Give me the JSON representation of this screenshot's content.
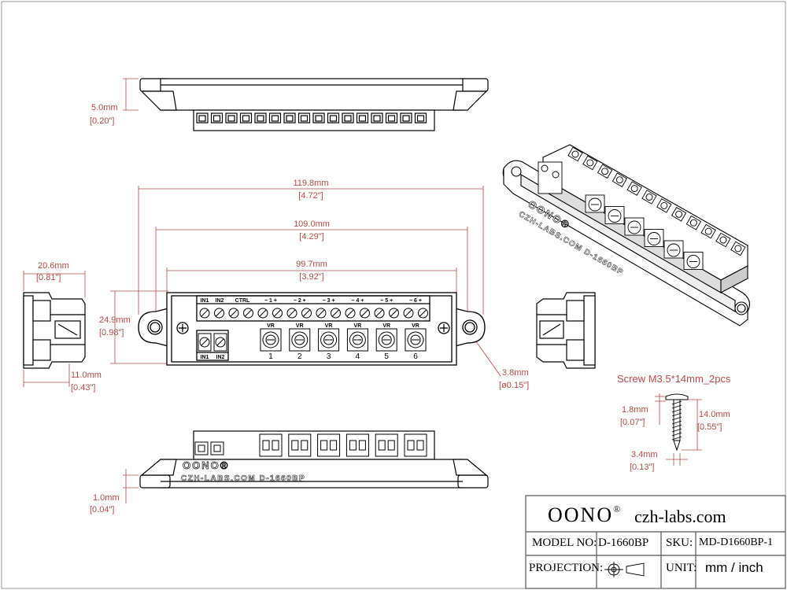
{
  "dimensions": {
    "width_top_mm": "5.0mm",
    "width_top_in": "[0.20\"]",
    "len_119_mm": "119.8mm",
    "len_119_in": "[4.72\"]",
    "len_109_mm": "109.0mm",
    "len_109_in": "[4.29\"]",
    "len_99_mm": "99.7mm",
    "len_99_in": "[3.92\"]",
    "side_w_mm": "20.6mm",
    "side_w_in": "[0.81\"]",
    "height_mm": "24.9mm",
    "height_in": "[0.98\"]",
    "depth_mm": "11.0mm",
    "depth_in": "[0.43\"]",
    "hole_mm": "3.8mm",
    "hole_in": "[ø0.15\"]",
    "base_mm": "1.0mm",
    "base_in": "[0.04\"]",
    "screw_head_mm": "1.8mm",
    "screw_head_in": "[0.07\"]",
    "screw_len_mm": "14.0mm",
    "screw_len_in": "[0.55\"]",
    "screw_dia_mm": "3.4mm",
    "screw_dia_in": "[0.13\"]"
  },
  "screw_note": "Screw M3.5*14mm_2pcs",
  "board_labels": {
    "in1": "IN1",
    "in2": "IN2",
    "ctrl": "CTRL",
    "channels": [
      "1",
      "2",
      "3",
      "4",
      "5",
      "6"
    ],
    "pot_label": "VR",
    "minus": "−",
    "plus": "+"
  },
  "side_text": {
    "brand": "OONO®",
    "line": "CZH-LABS.COM D-1660BP"
  },
  "iso_text": {
    "brand": "OONO®",
    "line": "CZH-LABS.COM D-1660BP"
  },
  "title_block": {
    "brand": "OONO",
    "reg": "®",
    "site": "czh-labs.com",
    "model_label": "MODEL NO:",
    "model_value": "D-1660BP",
    "sku_label": "SKU:",
    "sku_value": "MD-D1660BP-1",
    "projection_label": "PROJECTION:",
    "unit_label": "UNIT:",
    "unit_value": "mm / inch"
  },
  "colors": {
    "dimension": "#b84a4a",
    "line": "#000000",
    "frame": "#555555"
  }
}
